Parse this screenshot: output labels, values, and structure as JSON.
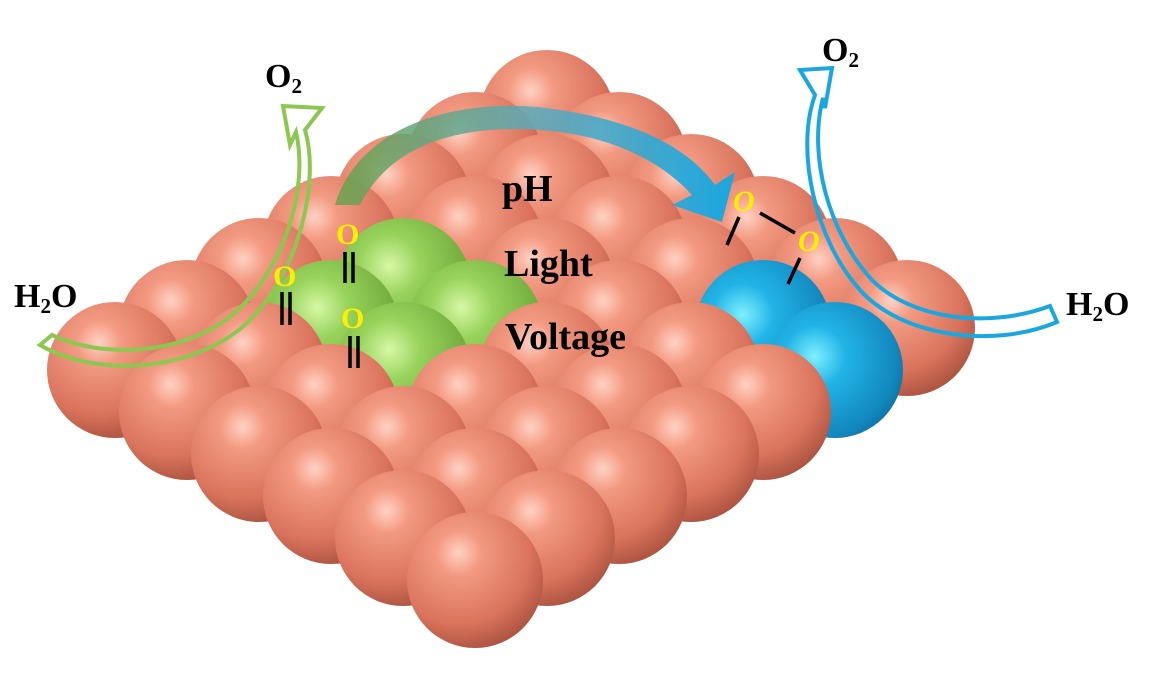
{
  "figure": {
    "type": "schematic",
    "description": "Catalyst surface lattice with two active-site motifs for water oxidation",
    "colors": {
      "lattice_atom": "#e8826c",
      "green_site": "#8cc850",
      "blue_site": "#1aa7e0",
      "oxygen_label": "#ffee00",
      "bond": "#000000",
      "transition_arrow": "#3aa6d8"
    },
    "left_cycle": {
      "reactant": {
        "base": "H",
        "sub": "2",
        "tail": "O"
      },
      "product": {
        "base": "O",
        "sub": "2"
      },
      "arrow_color": "#8cc850",
      "site_atoms": 4,
      "bound_oxygens": [
        "O",
        "O",
        "O"
      ],
      "bond_type": "double (M=O)"
    },
    "right_cycle": {
      "reactant": {
        "base": "H",
        "sub": "2",
        "tail": "O"
      },
      "product": {
        "base": "O",
        "sub": "2"
      },
      "arrow_color": "#1aa7e0",
      "site_atoms": 2,
      "bound_oxygens": [
        "O",
        "O"
      ],
      "bond_type": "bridging peroxo (M-O-O-M)"
    },
    "conditions": [
      "pH",
      "Light",
      "Voltage"
    ]
  }
}
